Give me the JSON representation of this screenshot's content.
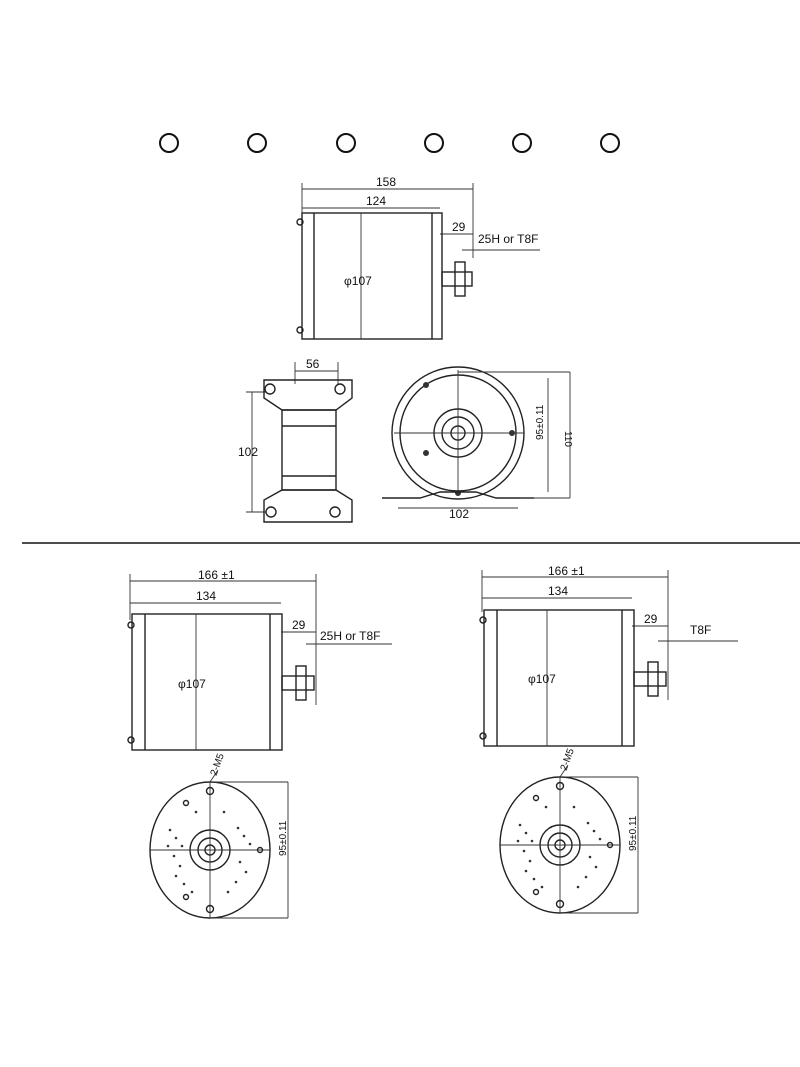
{
  "top_row": {
    "ring_icons": 6
  },
  "view_a": {
    "overall_length": "158",
    "body_length": "124",
    "shaft_length": "29",
    "sprocket": "25H or T8F",
    "diameter": "φ107"
  },
  "view_b": {
    "bracket_width": "56",
    "height": "102"
  },
  "view_c": {
    "bolt_circle": "95±0.11",
    "total_height": "110",
    "base_width": "102"
  },
  "view_d": {
    "overall_length": "166 ±1",
    "body_length": "134",
    "shaft_length": "29",
    "sprocket": "25H or T8F",
    "diameter": "φ107"
  },
  "view_e": {
    "overall_length": "166 ±1",
    "body_length": "134",
    "shaft_length": "29",
    "sprocket": "T8F",
    "diameter": "φ107"
  },
  "view_f": {
    "hole": "2-M5",
    "bolt_circle": "95±0.11"
  },
  "view_g": {
    "hole": "2-M5",
    "bolt_circle": "95±0.11"
  }
}
